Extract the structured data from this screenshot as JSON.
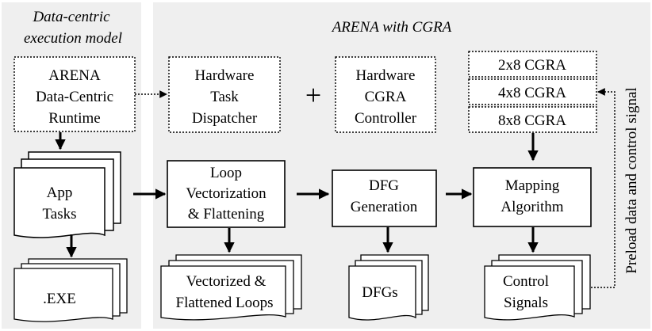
{
  "panels": {
    "left_title": [
      "Data-centric",
      "execution model"
    ],
    "right_title": "ARENA with CGRA"
  },
  "runtime": [
    "ARENA",
    "Data-Centric",
    "Runtime"
  ],
  "dispatcher": [
    "Hardware",
    "Task",
    "Dispatcher"
  ],
  "plus": "+",
  "controller": [
    "Hardware",
    "CGRA",
    "Controller"
  ],
  "cgra_sizes": [
    "2x8 CGRA",
    "4x8 CGRA",
    "8x8 CGRA"
  ],
  "app_tasks": [
    "App",
    "Tasks"
  ],
  "exe": ".EXE",
  "loop": [
    "Loop",
    "Vectorization",
    "& Flattening"
  ],
  "vectorized": [
    "Vectorized &",
    "Flattened Loops"
  ],
  "dfg_gen": [
    "DFG",
    "Generation"
  ],
  "dfgs": "DFGs",
  "mapping": [
    "Mapping",
    "Algorithm"
  ],
  "control_signals": [
    "Control",
    "Signals"
  ],
  "side_label": "Preload data and control signal",
  "colors": {
    "panel_bg": "#efefef",
    "stroke": "#000000"
  }
}
